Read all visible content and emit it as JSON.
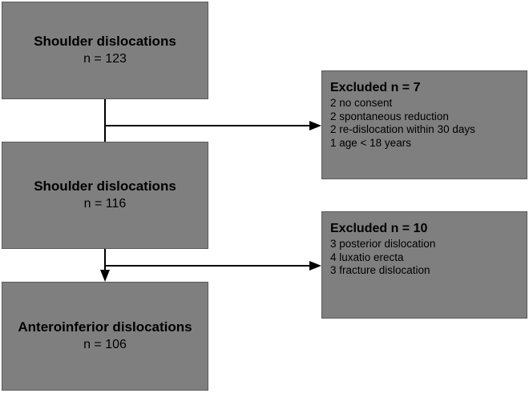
{
  "stages": [
    {
      "title": "Shoulder dislocations",
      "count": "n = 123"
    },
    {
      "title": "Shoulder dislocations",
      "count": "n = 116"
    },
    {
      "title": "Anteroinferior dislocations",
      "count": "n = 106"
    }
  ],
  "exclusions": [
    {
      "title": "Excluded n = 7",
      "reasons": [
        "2 no consent",
        "2 spontaneous reduction",
        "2 re-dislocation within 30 days",
        "1 age < 18 years"
      ]
    },
    {
      "title": "Excluded n = 10",
      "reasons": [
        "3 posterior dislocation",
        "4 luxatio erecta",
        "3 fracture dislocation"
      ]
    }
  ],
  "colors": {
    "box_fill": "#7f7f7f",
    "box_border": "#5a5a5a",
    "text": "#000000",
    "line": "#000000"
  }
}
